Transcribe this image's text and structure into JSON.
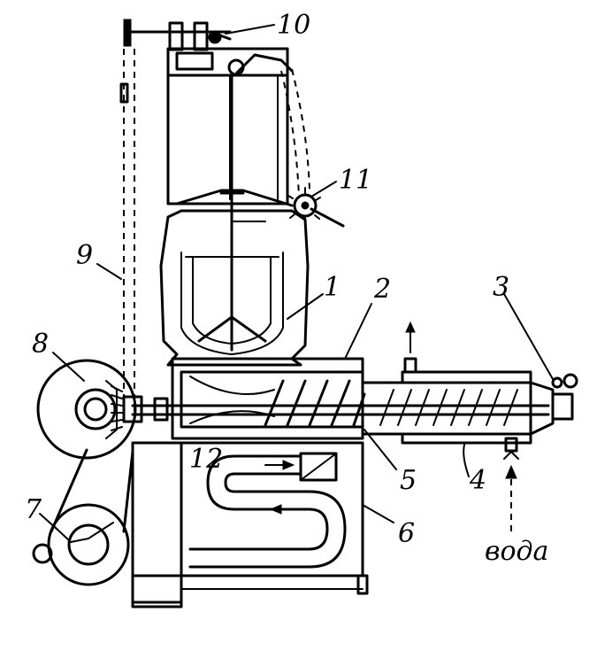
{
  "labels": {
    "l1": "1",
    "l2": "2",
    "l3": "3",
    "l4": "4",
    "l5": "5",
    "l6": "6",
    "l7": "7",
    "l8": "8",
    "l9": "9",
    "l10": "10",
    "l11": "11",
    "l12": "12",
    "water": "вода"
  }
}
